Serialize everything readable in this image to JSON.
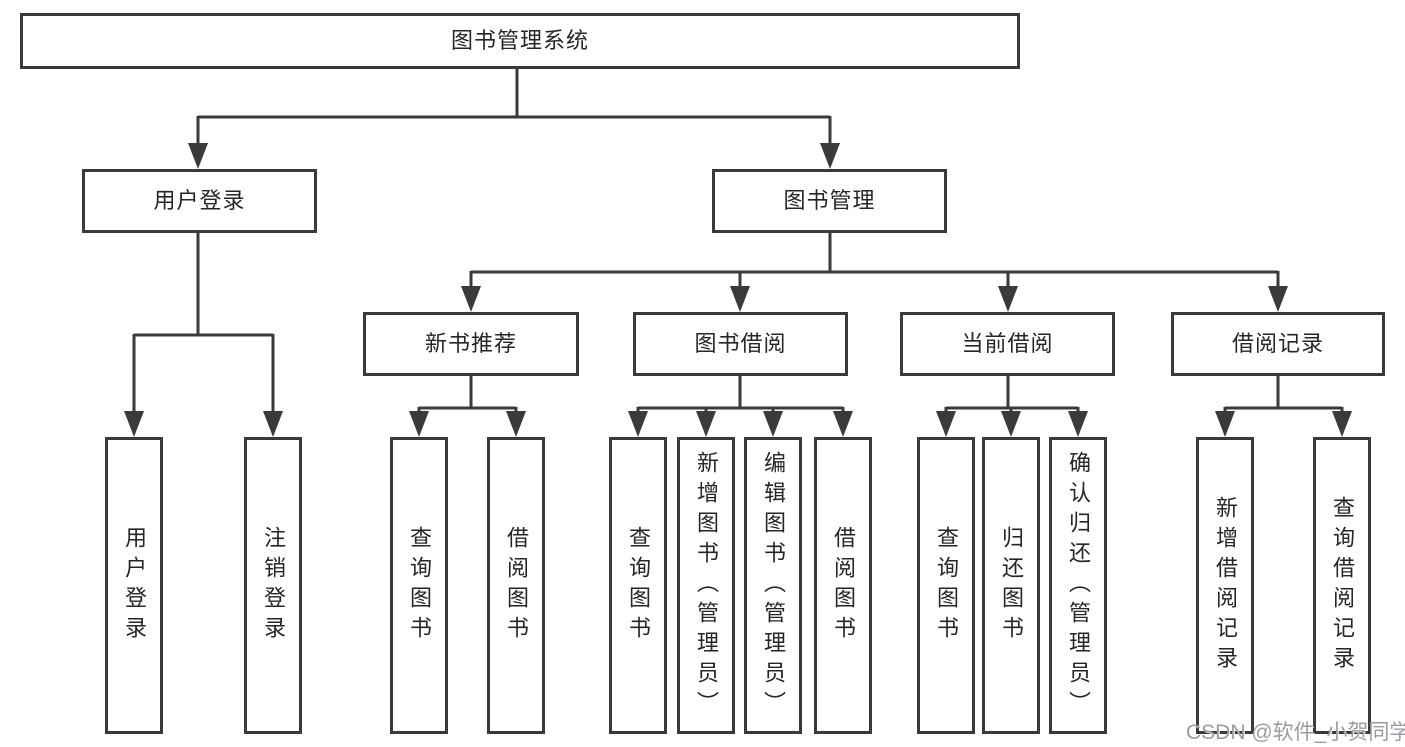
{
  "tree": {
    "root": {
      "label": "图书管理系统",
      "children": [
        {
          "label": "用户登录",
          "children": [
            {
              "label": "用户登录"
            },
            {
              "label": "注销登录"
            }
          ]
        },
        {
          "label": "图书管理",
          "children": [
            {
              "label": "新书推荐",
              "children": [
                {
                  "label": "查询图书"
                },
                {
                  "label": "借阅图书"
                }
              ]
            },
            {
              "label": "图书借阅",
              "children": [
                {
                  "label": "查询图书"
                },
                {
                  "label": "新增图书（管理员）"
                },
                {
                  "label": "编辑图书（管理员）"
                },
                {
                  "label": "借阅图书"
                }
              ]
            },
            {
              "label": "当前借阅",
              "children": [
                {
                  "label": "查询图书"
                },
                {
                  "label": "归还图书"
                },
                {
                  "label": "确认归还（管理员）"
                }
              ]
            },
            {
              "label": "借阅记录",
              "children": [
                {
                  "label": "新增借阅记录"
                },
                {
                  "label": "查询借阅记录"
                }
              ]
            }
          ]
        }
      ]
    }
  },
  "watermark": {
    "text": "CSDN @软件_小贺同学"
  },
  "colors": {
    "line": "#3a3a3a",
    "box_border": "#3a3a3a",
    "box_fill": "#ffffff",
    "text": "#262626",
    "watermark": "#9b9ba3",
    "background": "#ffffff"
  }
}
